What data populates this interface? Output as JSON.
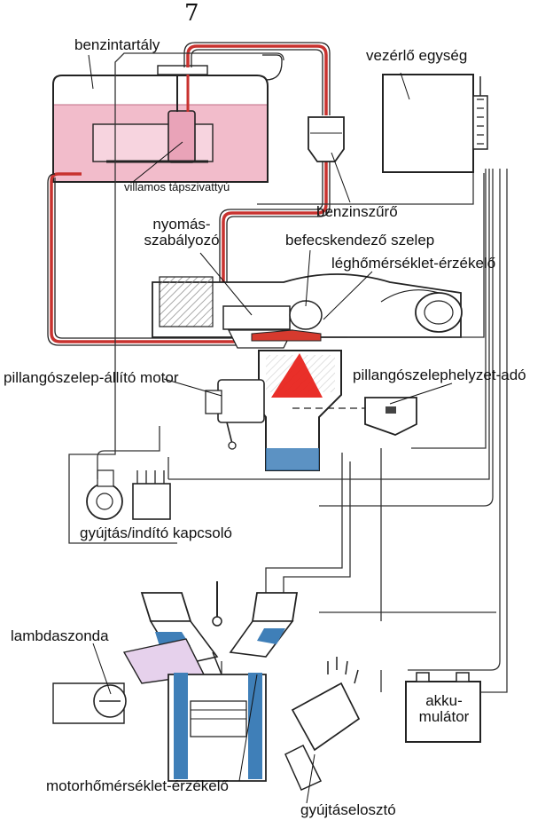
{
  "page_number": "7",
  "labels": {
    "fuel_tank": "benzintartály",
    "electric_fuel_pump": "villamos tápszivattyú",
    "control_unit": "vezérlő egység",
    "fuel_filter": "benzinszűrő",
    "pressure_regulator": "nyomás-\nszabályozó",
    "injector_valve": "befecskendező szelep",
    "air_temp_sensor": "léghőmérséklet-érzékelő",
    "throttle_actuator_motor": "pillangószelep-állító motor",
    "throttle_position_sensor": "pillangószelephelyzet-adó",
    "ignition_start_switch": "gyújtás/indító kapcsoló",
    "lambda_probe": "lambdaszonda",
    "battery": "akku-\nmulátor",
    "engine_temp_sensor": "motorhőmérséklet-érzékelő",
    "distributor": "gyújtáselosztó"
  },
  "colors": {
    "fuel_line": "#c8322f",
    "tank_fill": "#f2bccb",
    "coolant": "#3f7fb8",
    "spray": "#e8241e",
    "outline": "#222222",
    "wire": "#333333"
  }
}
